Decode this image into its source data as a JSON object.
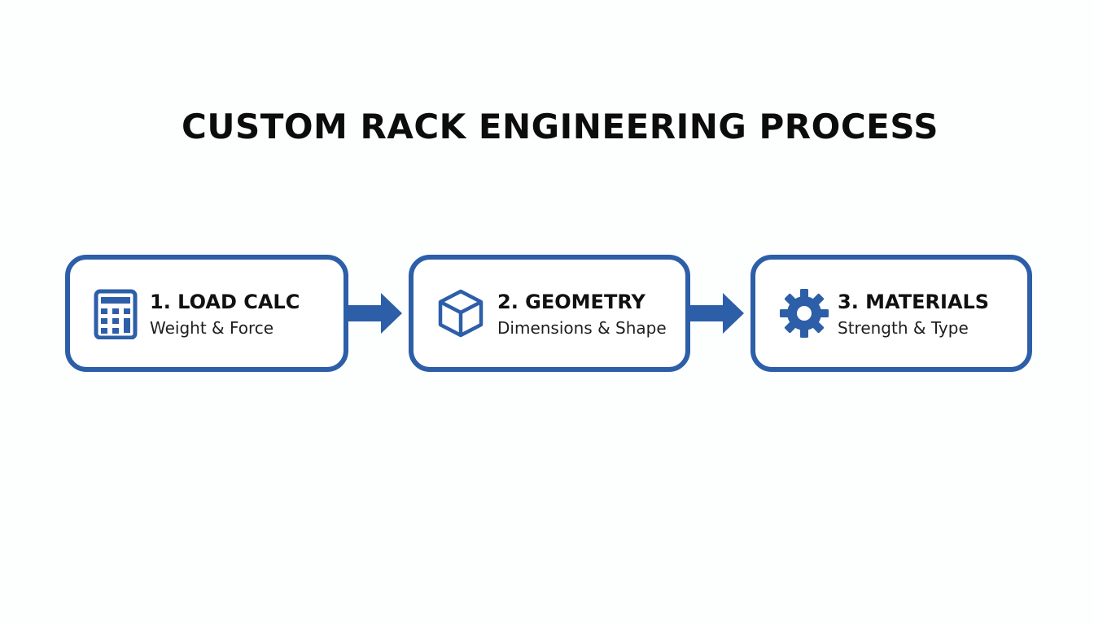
{
  "title": "CUSTOM RACK ENGINEERING PROCESS",
  "accent_color": "#2d5ea8",
  "steps": [
    {
      "label": "1. LOAD CALC",
      "subtitle": "Weight & Force",
      "icon": "calculator-icon"
    },
    {
      "label": "2. GEOMETRY",
      "subtitle": "Dimensions & Shape",
      "icon": "cube-icon"
    },
    {
      "label": "3. MATERIALS",
      "subtitle": "Strength & Type",
      "icon": "gear-icon"
    }
  ]
}
